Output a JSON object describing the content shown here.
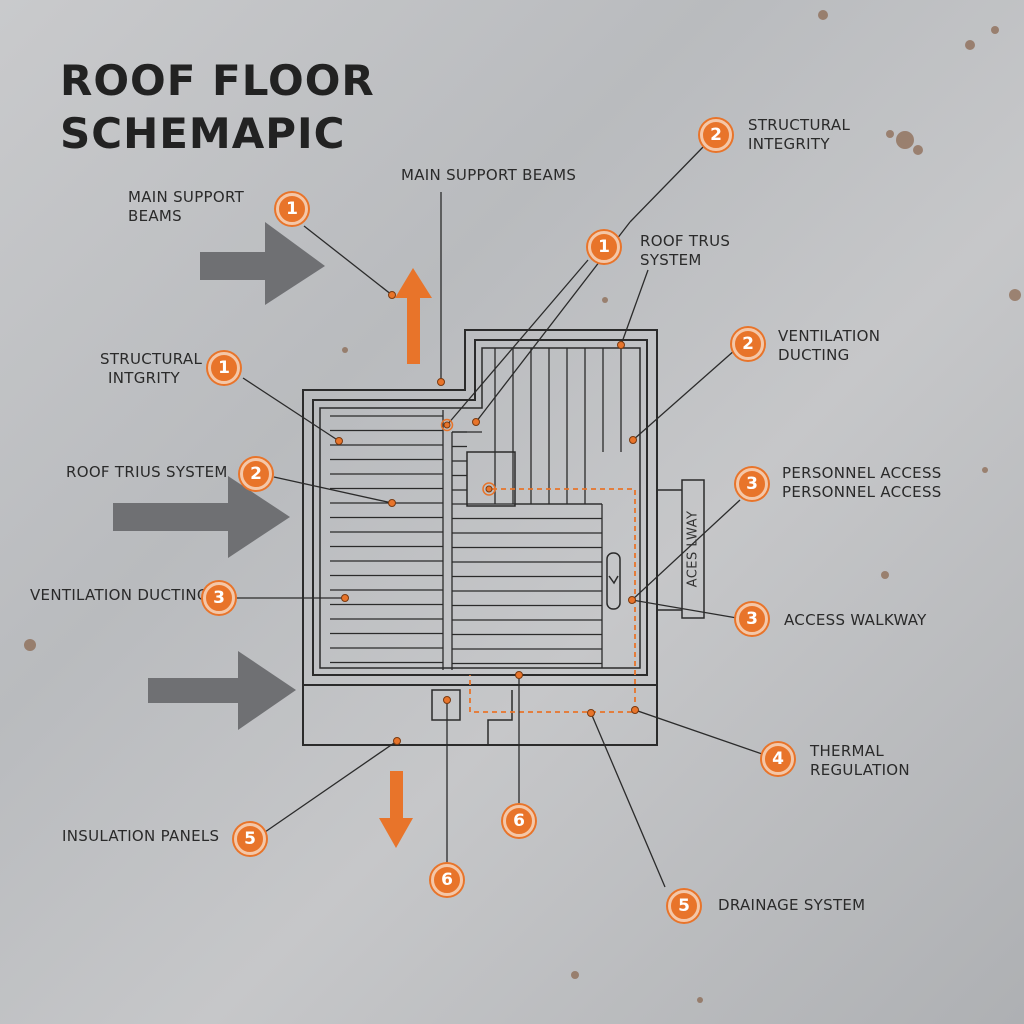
{
  "title": {
    "line1": "ROOF FLOOR",
    "line2": "SCHEMAPIC"
  },
  "walkway_label": "ACES LWAY",
  "colors": {
    "accent": "#e8742a",
    "arrow_gray": "#6f7073",
    "line": "#2b2b2b",
    "background": "#c2c3c5"
  },
  "callouts": [
    {
      "id": "main-support-beams-left",
      "number": "1",
      "lines": [
        "MAIN SUPPORT",
        "BEAMS"
      ]
    },
    {
      "id": "main-support-beams-top",
      "number": "",
      "lines": [
        "MAIN SUPPORT BEAMS"
      ]
    },
    {
      "id": "structural-integrity-left",
      "number": "1",
      "lines": [
        "STRUCTURAL",
        "INTGRITY"
      ]
    },
    {
      "id": "roof-truss-system-left",
      "number": "2",
      "lines": [
        "ROOF TRIUS SYSTEM"
      ]
    },
    {
      "id": "ventilation-ducting-left",
      "number": "3",
      "lines": [
        "VENTILATION DUCTING"
      ]
    },
    {
      "id": "insulation-panels",
      "number": "5",
      "lines": [
        "INSULATION PANELS"
      ]
    },
    {
      "id": "structural-integrity-right",
      "number": "2",
      "lines": [
        "STRUCTURAL",
        "INTEGRITY"
      ]
    },
    {
      "id": "roof-truss-system-right",
      "number": "1",
      "lines": [
        "ROOF TRUS",
        "SYSTEM"
      ]
    },
    {
      "id": "ventilation-ducting-right",
      "number": "2",
      "lines": [
        "VENTILATION",
        "DUCTING"
      ]
    },
    {
      "id": "personnel-access",
      "number": "3",
      "lines": [
        "PERSONNEL ACCESS",
        "PERSONNEL ACCESS"
      ]
    },
    {
      "id": "access-walkway",
      "number": "3",
      "lines": [
        "ACCESS WALKWAY"
      ]
    },
    {
      "id": "thermal-regulation",
      "number": "4",
      "lines": [
        "THERMAL",
        "REGULATION"
      ]
    },
    {
      "id": "drainage-system",
      "number": "5",
      "lines": [
        "DRAINAGE SYSTEM"
      ]
    },
    {
      "id": "bottom-center",
      "number": "6",
      "lines": []
    },
    {
      "id": "bottom-left",
      "number": "6",
      "lines": []
    }
  ]
}
